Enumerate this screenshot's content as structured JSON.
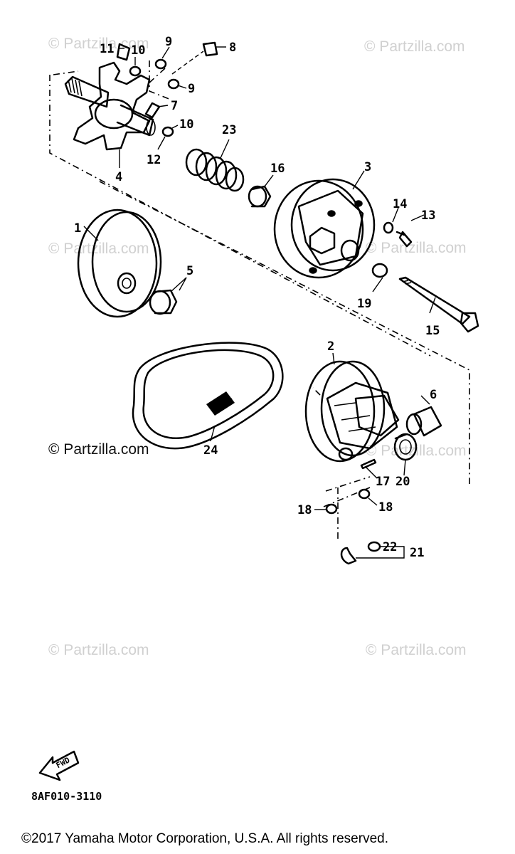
{
  "watermarks": [
    "© Partzilla.com",
    "© Partzilla.com",
    "© Partzilla.com",
    "© Partzilla.com",
    "© Partzilla.com",
    "© Partzilla.com",
    "© Partzilla.com",
    "© Partzilla.com"
  ],
  "callouts": {
    "p1": "1",
    "p2": "2",
    "p3": "3",
    "p4": "4",
    "p5": "5",
    "p6": "6",
    "p7": "7",
    "p8": "8",
    "p9a": "9",
    "p9b": "9",
    "p10a": "10",
    "p10b": "10",
    "p11": "11",
    "p12": "12",
    "p13": "13",
    "p14": "14",
    "p15": "15",
    "p16": "16",
    "p17": "17",
    "p18a": "18",
    "p18b": "18",
    "p19": "19",
    "p20": "20",
    "p21": "21",
    "p22": "22",
    "p23": "23",
    "p24": "24"
  },
  "fwd_label": "FWD",
  "diagram_code": "8AF010-3110",
  "copyright": "©2017  Yamaha Motor Corporation, U.S.A. All rights reserved."
}
